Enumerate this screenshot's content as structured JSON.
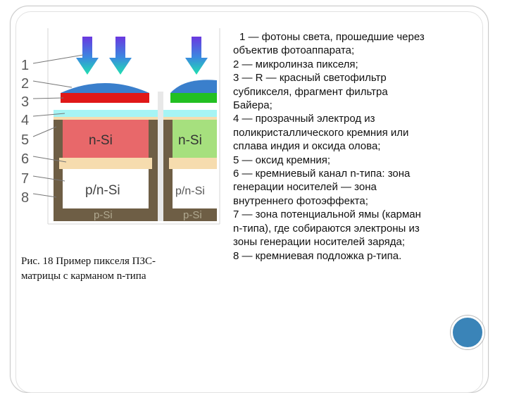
{
  "diagram": {
    "numbers": [
      "1",
      "2",
      "3",
      "4",
      "5",
      "6",
      "7",
      "8"
    ],
    "region_left": "n-Si",
    "region_right": "n-Si",
    "well_left": "p/n-Si",
    "well_right": "p/n-Si",
    "substrate_left": "p-Si",
    "substrate_right": "p-Si",
    "colors": {
      "frame": "#6e5e45",
      "microlens": "#3a7fcc",
      "red_filter": "#e01818",
      "green_filter": "#22c022",
      "electrode": "#a6f4f4",
      "nsi_left": "#e8686a",
      "nsi_right": "#a6e07e",
      "oxide": "#f6dcae",
      "arrow_top": "#6a38e0",
      "arrow_bottom": "#20e0b0"
    }
  },
  "caption": {
    "line1": "Рис. 18 Пример пикселя ПЗС-",
    "line2": "матрицы с карманом n-типа"
  },
  "legend": [
    "1 — фотоны света, прошедшие через",
    "объектив фотоаппарата;",
    "2 — микролинза пикселя;",
    "3 — R — красный светофильтр",
    "субпикселя, фрагмент фильтра",
    "Байера;",
    "4 — прозрачный электрод из",
    "поликристаллического кремния или",
    "сплава индия и оксида олова;",
    "5 — оксид кремния;",
    "6 — кремниевый канал n-типа: зона",
    "генерации носителей — зона",
    "внутреннего фотоэффекта;",
    "7 — зона потенциальной ямы (карман",
    "n-типа), где собираются электроны из",
    "зоны генерации носителей заряда;",
    "8 — кремниевая подложка p-типа."
  ]
}
